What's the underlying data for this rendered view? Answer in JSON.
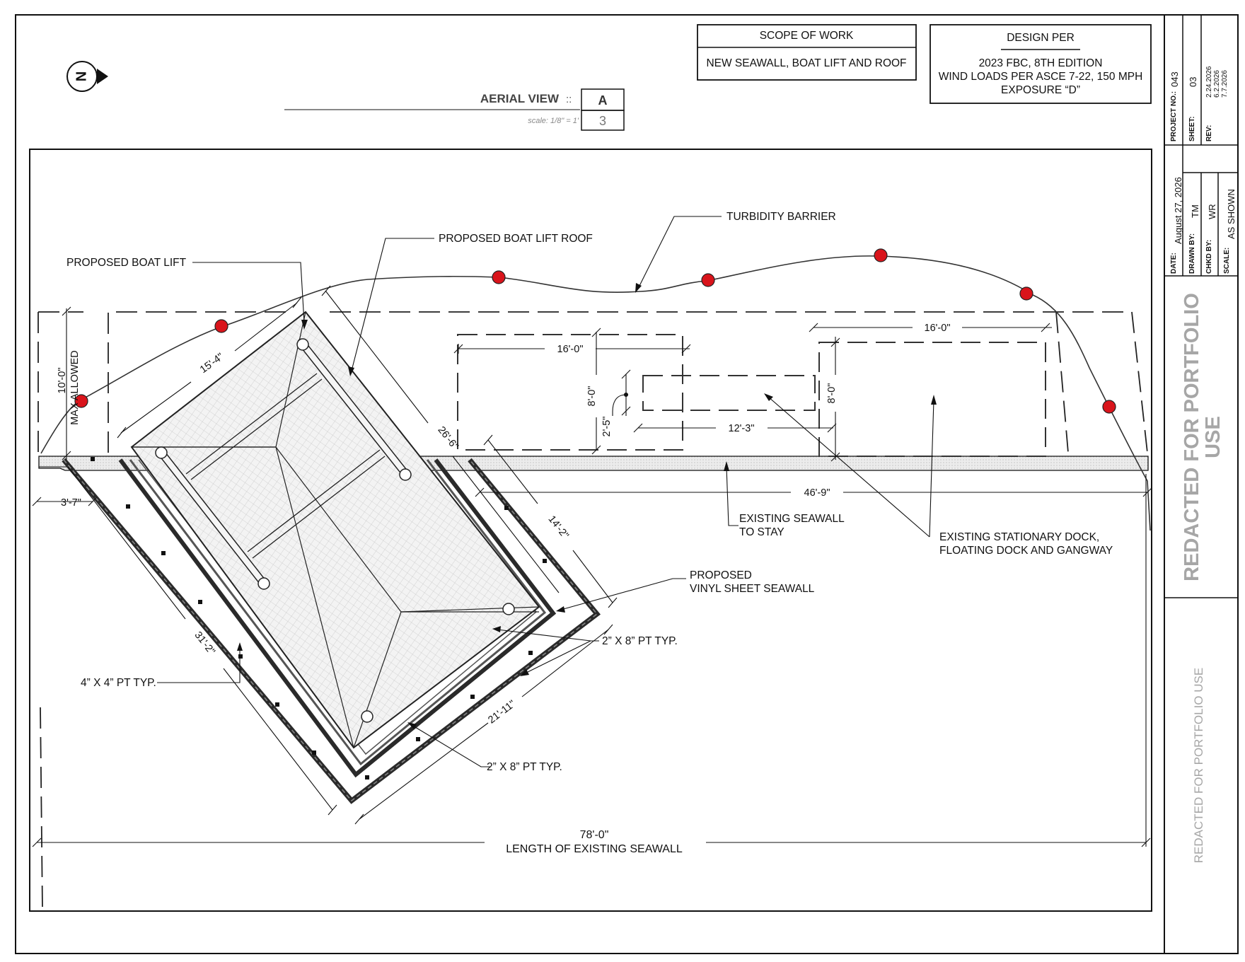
{
  "scope": {
    "header": "SCOPE OF WORK",
    "text": "NEW SEAWALL, BOAT LIFT AND ROOF"
  },
  "design": {
    "header": "DESIGN PER",
    "line1": "2023 FBC, 8TH EDITION",
    "line2": "WIND LOADS PER ASCE 7-22, 150 MPH",
    "line3": "EXPOSURE “D”"
  },
  "view": {
    "title": "AERIAL VIEW",
    "separator": "::",
    "scale": "scale: 1/8\" = 1'",
    "detail": "A",
    "sheet_ref": "3"
  },
  "north": {
    "letter": "N"
  },
  "labels": {
    "boat_lift": "PROPOSED BOAT LIFT",
    "boat_lift_roof": "PROPOSED BOAT LIFT ROOF",
    "turbidity": "TURBIDITY BARRIER",
    "existing_seawall_1": "EXISTING SEAWALL",
    "existing_seawall_2": "TO STAY",
    "dock_1": "EXISTING STATIONARY DOCK,",
    "dock_2": "FLOATING DOCK AND GANGWAY",
    "vinyl_1": "PROPOSED",
    "vinyl_2": "VINYL SHEET SEAWALL",
    "pt_2x8_a": "2” X 8” PT TYP.",
    "pt_4x4": "4” X 4” PT TYP.",
    "pt_2x8_b": "2” X 8” PT TYP.",
    "length": "LENGTH OF EXISTING SEAWALL"
  },
  "dims": {
    "d_10": "10'-0\"",
    "max_allowed": "MAX ALLOWED",
    "d_15_4": "15'-4\"",
    "d_26_6": "26'-6\"",
    "d_14_2": "14'-2\"",
    "d_3_7": "3'-7\"",
    "d_31_2": "31'-2\"",
    "d_21_11": "21'-11\"",
    "d_78": "78'-0\"",
    "d_46_9": "46'-9\"",
    "d_16_a": "16'-0\"",
    "d_16_b": "16'-0\"",
    "d_8_a": "8'-0\"",
    "d_8_b": "8'-0\"",
    "d_2_5": "2'-5\"",
    "d_12_3": "12'-3\""
  },
  "title_block": {
    "project_label": "PROJECT NO.:",
    "project": "043",
    "sheet_label": "SHEET:",
    "sheet": "03",
    "rev_label": "REV:",
    "rev_1": "2.24.2026",
    "rev_2": "6.2.2026",
    "rev_3": "7.7.2026",
    "date_label": "DATE:",
    "date": "August 27, 2026",
    "drawn_label": "DRAWN BY:",
    "drawn": "TM",
    "chkd_label": "CHKD BY:",
    "chkd": "WR",
    "scale_label": "SCALE:",
    "scale": "AS SHOWN",
    "redacted_1": "REDACTED FOR PORTFOLIO",
    "redacted_2": "USE",
    "redacted_small": "REDACTED FOR PORTFOLIO USE"
  },
  "colors": {
    "pile": "#d9141b",
    "line": "#1a1a1a",
    "hatch": "#9a9a9a",
    "redacted": "#a6a6a6"
  }
}
